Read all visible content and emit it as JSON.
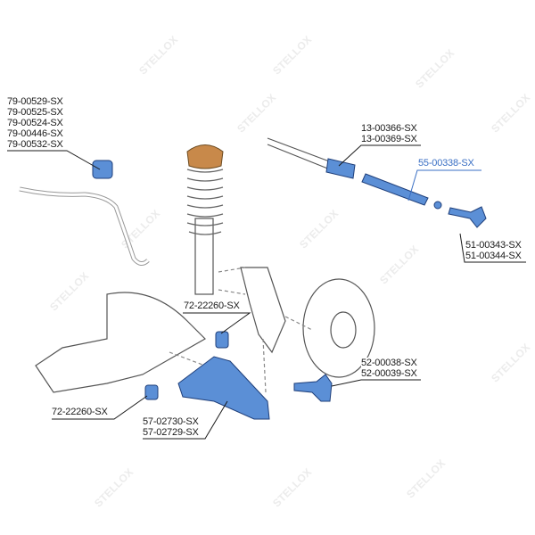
{
  "watermark": "STELLOX",
  "colors": {
    "part_blue": "#5b8fd6",
    "mount_orange": "#c8894a",
    "highlight_label": "#3a6fc4",
    "line": "#1a1a1a"
  },
  "callouts": {
    "stabilizer_bushing": [
      "79-00529-SX",
      "79-00525-SX",
      "79-00524-SX",
      "79-00446-SX",
      "79-00532-SX"
    ],
    "rack_boot": [
      "13-00366-SX",
      "13-00369-SX"
    ],
    "tie_rod": [
      "55-00338-SX"
    ],
    "tie_rod_end": [
      "51-00343-SX",
      "51-00344-SX"
    ],
    "arm_bushing_rear": [
      "72-22260-SX"
    ],
    "ball_joint": [
      "52-00038-SX",
      "52-00039-SX"
    ],
    "arm_bushing_front": [
      "72-22260-SX"
    ],
    "control_arm": [
      "57-02730-SX",
      "57-02729-SX"
    ]
  }
}
